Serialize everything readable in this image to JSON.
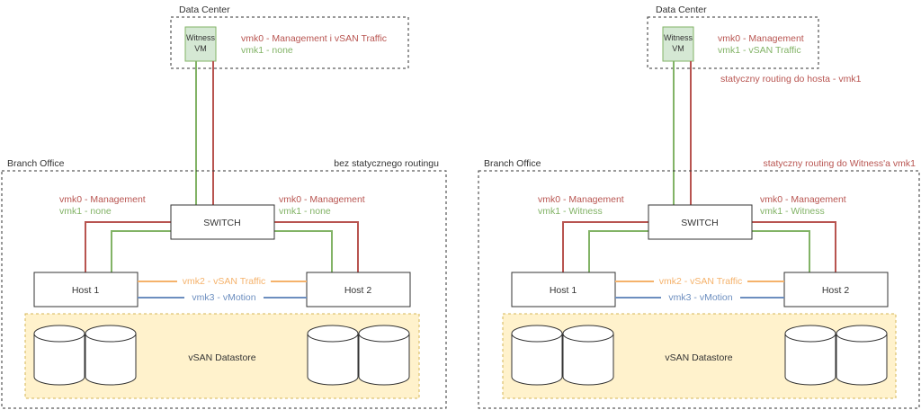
{
  "colors": {
    "management": "#b85450",
    "vsan": "#82b366",
    "traffic": "#f5b26b",
    "vmotion": "#6c8ebf",
    "witness_fill": "#d5e8d4",
    "witness_stroke": "#82b366",
    "datastore_fill": "#fff2cc",
    "datastore_stroke": "#d6b656",
    "text": "#333333"
  },
  "left": {
    "data_center_label": "Data Center",
    "witness_line1": "Witness",
    "witness_line2": "VM",
    "witness_vmk0": "vmk0 - Management i vSAN Traffic",
    "witness_vmk1": "vmk1 - none",
    "branch_label": "Branch Office",
    "routing_note": "bez statycznego routingu",
    "switch_label": "SWITCH",
    "host1_vmk0": "vmk0 - Management",
    "host1_vmk1": "vmk1 - none",
    "host2_vmk0": "vmk0 - Management",
    "host2_vmk1": "vmk1 - none",
    "host1_label": "Host 1",
    "host2_label": "Host 2",
    "vmk2_label": "vmk2 - vSAN Traffic",
    "vmk3_label": "vmk3 - vMotion",
    "datastore_label": "vSAN Datastore"
  },
  "right": {
    "data_center_label": "Data Center",
    "witness_line1": "Witness",
    "witness_line2": "VM",
    "witness_vmk0": "vmk0 - Management",
    "witness_vmk1": "vmk1 - vSAN Traffic",
    "witness_route_note": "statyczny routing do hosta - vmk1",
    "branch_label": "Branch Office",
    "routing_note": "statyczny routing do Witness'a vmk1",
    "switch_label": "SWITCH",
    "host1_vmk0": "vmk0 - Management",
    "host1_vmk1": "vmk1 - Witness",
    "host2_vmk0": "vmk0 - Management",
    "host2_vmk1": "vmk1 - Witness",
    "host1_label": "Host 1",
    "host2_label": "Host 2",
    "vmk2_label": "vmk2 - vSAN Traffic",
    "vmk3_label": "vmk3 - vMotion",
    "datastore_label": "vSAN Datastore"
  }
}
